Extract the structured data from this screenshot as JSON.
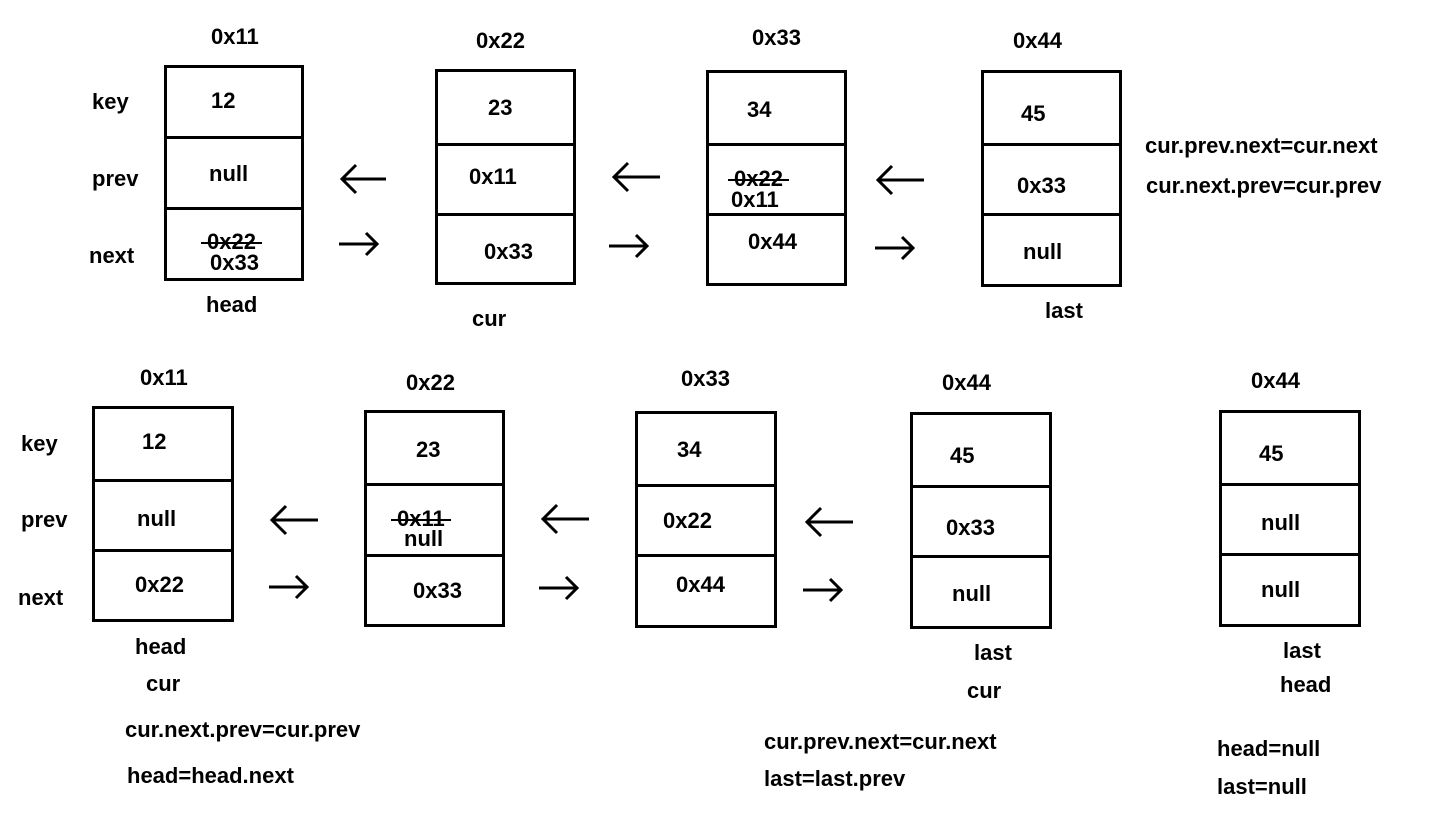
{
  "row_labels": {
    "key": "key",
    "prev": "prev",
    "next": "next"
  },
  "top": {
    "addresses": [
      "0x11",
      "0x22",
      "0x33",
      "0x44"
    ],
    "nodes": [
      {
        "key": "12",
        "prev": "null",
        "next_old": "0x22",
        "next": "0x33"
      },
      {
        "key": "23",
        "prev": "0x11",
        "next": "0x33"
      },
      {
        "key": "34",
        "prev_old": "0x22",
        "prev": "0x11",
        "next": "0x44"
      },
      {
        "key": "45",
        "prev": "0x33",
        "next": "null"
      }
    ],
    "pointers": {
      "head": "head",
      "cur": "cur",
      "last": "last"
    },
    "code": [
      "cur.prev.next=cur.next",
      "cur.next.prev=cur.prev"
    ]
  },
  "bottom": {
    "addresses": [
      "0x11",
      "0x22",
      "0x33",
      "0x44",
      "0x44"
    ],
    "nodes": [
      {
        "key": "12",
        "prev": "null",
        "next": "0x22"
      },
      {
        "key": "23",
        "prev_old": "0x11",
        "prev": "null",
        "next": "0x33"
      },
      {
        "key": "34",
        "prev": "0x22",
        "next": "0x44"
      },
      {
        "key": "45",
        "prev": "0x33",
        "next": "null"
      },
      {
        "key": "45",
        "prev": "null",
        "next": "null"
      }
    ],
    "pointers": {
      "n1": [
        "head",
        "cur"
      ],
      "n4": [
        "last",
        "cur"
      ],
      "n5": [
        "last",
        "head"
      ]
    },
    "code_left": [
      "cur.next.prev=cur.prev",
      "head=head.next"
    ],
    "code_mid": [
      "cur.prev.next=cur.next",
      "last=last.prev"
    ],
    "code_right": [
      "head=null",
      "last=null"
    ]
  }
}
